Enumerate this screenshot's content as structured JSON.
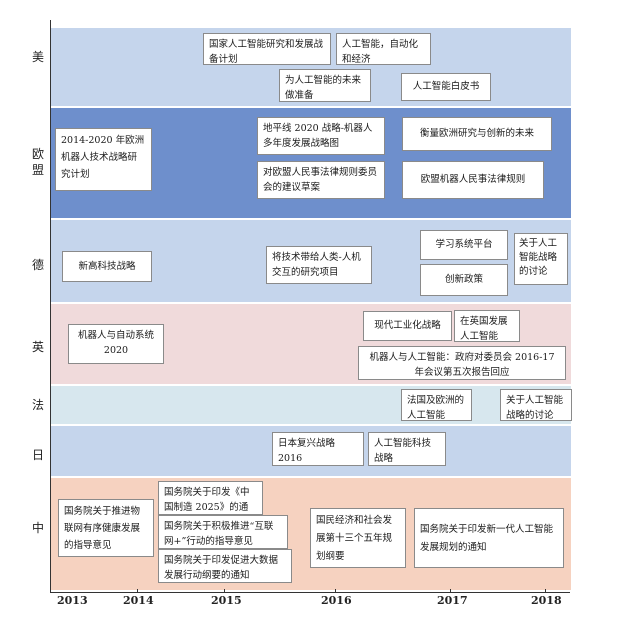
{
  "countries": [
    "美",
    "欧盟",
    "德",
    "英",
    "法",
    "日",
    "中"
  ],
  "colors": {
    "us": "#c5d5ec",
    "eu": "#6e8fcc",
    "de": "#c5d5ec",
    "uk": "#f0dadb",
    "fr": "#d7e7ee",
    "jp": "#c5d5ec",
    "cn": "#f6d2c0"
  },
  "years": [
    "2013",
    "2014",
    "2015",
    "2016",
    "2017",
    "2018"
  ],
  "boxes": {
    "us_1": "国家人工智能研究和发展战备计划",
    "us_2": "人工智能，自动化和经济",
    "us_3": "为人工智能的未来做准备",
    "us_4": "人工智能白皮书",
    "eu_1": "2014-2020 年欧洲机器人技术战略研究计划",
    "eu_2": "地平线 2020 战略-机器人多年度发展战略图",
    "eu_3": "衡量欧洲研究与创新的未来",
    "eu_4": "对欧盟人民事法律规则委员会的建议草案",
    "eu_5": "欧盟机器人民事法律规则",
    "de_1": "新高科技战略",
    "de_2": "将技术带给人类-人机交互的研究项目",
    "de_3": "学习系统平台",
    "de_4": "创新政策",
    "de_5": "关于人工智能战略的讨论",
    "uk_1": "机器人与自动系统 2020",
    "uk_2": "现代工业化战略",
    "uk_3": "在英国发展人工智能",
    "uk_4": "机器人与人工智能：政府对委员会 2016-17 年会议第五次报告回应",
    "fr_1": "法国及欧洲的人工智能",
    "fr_2": "关于人工智能战略的讨论",
    "jp_1": "日本复兴战略 2016",
    "jp_2": "人工智能科技战略",
    "cn_1": "国务院关于推进物联网有序健康发展的指导意见",
    "cn_2": "国务院关于印发《中国制造 2025》的通知",
    "cn_3": "国务院关于积极推进“互联网+”行动的指导意见",
    "cn_4": "国务院关于印发促进大数据发展行动纲要的通知",
    "cn_5": "国民经济和社会发展第十三个五年规划纲要",
    "cn_6": "国务院关于印发新一代人工智能发展规划的通知"
  }
}
